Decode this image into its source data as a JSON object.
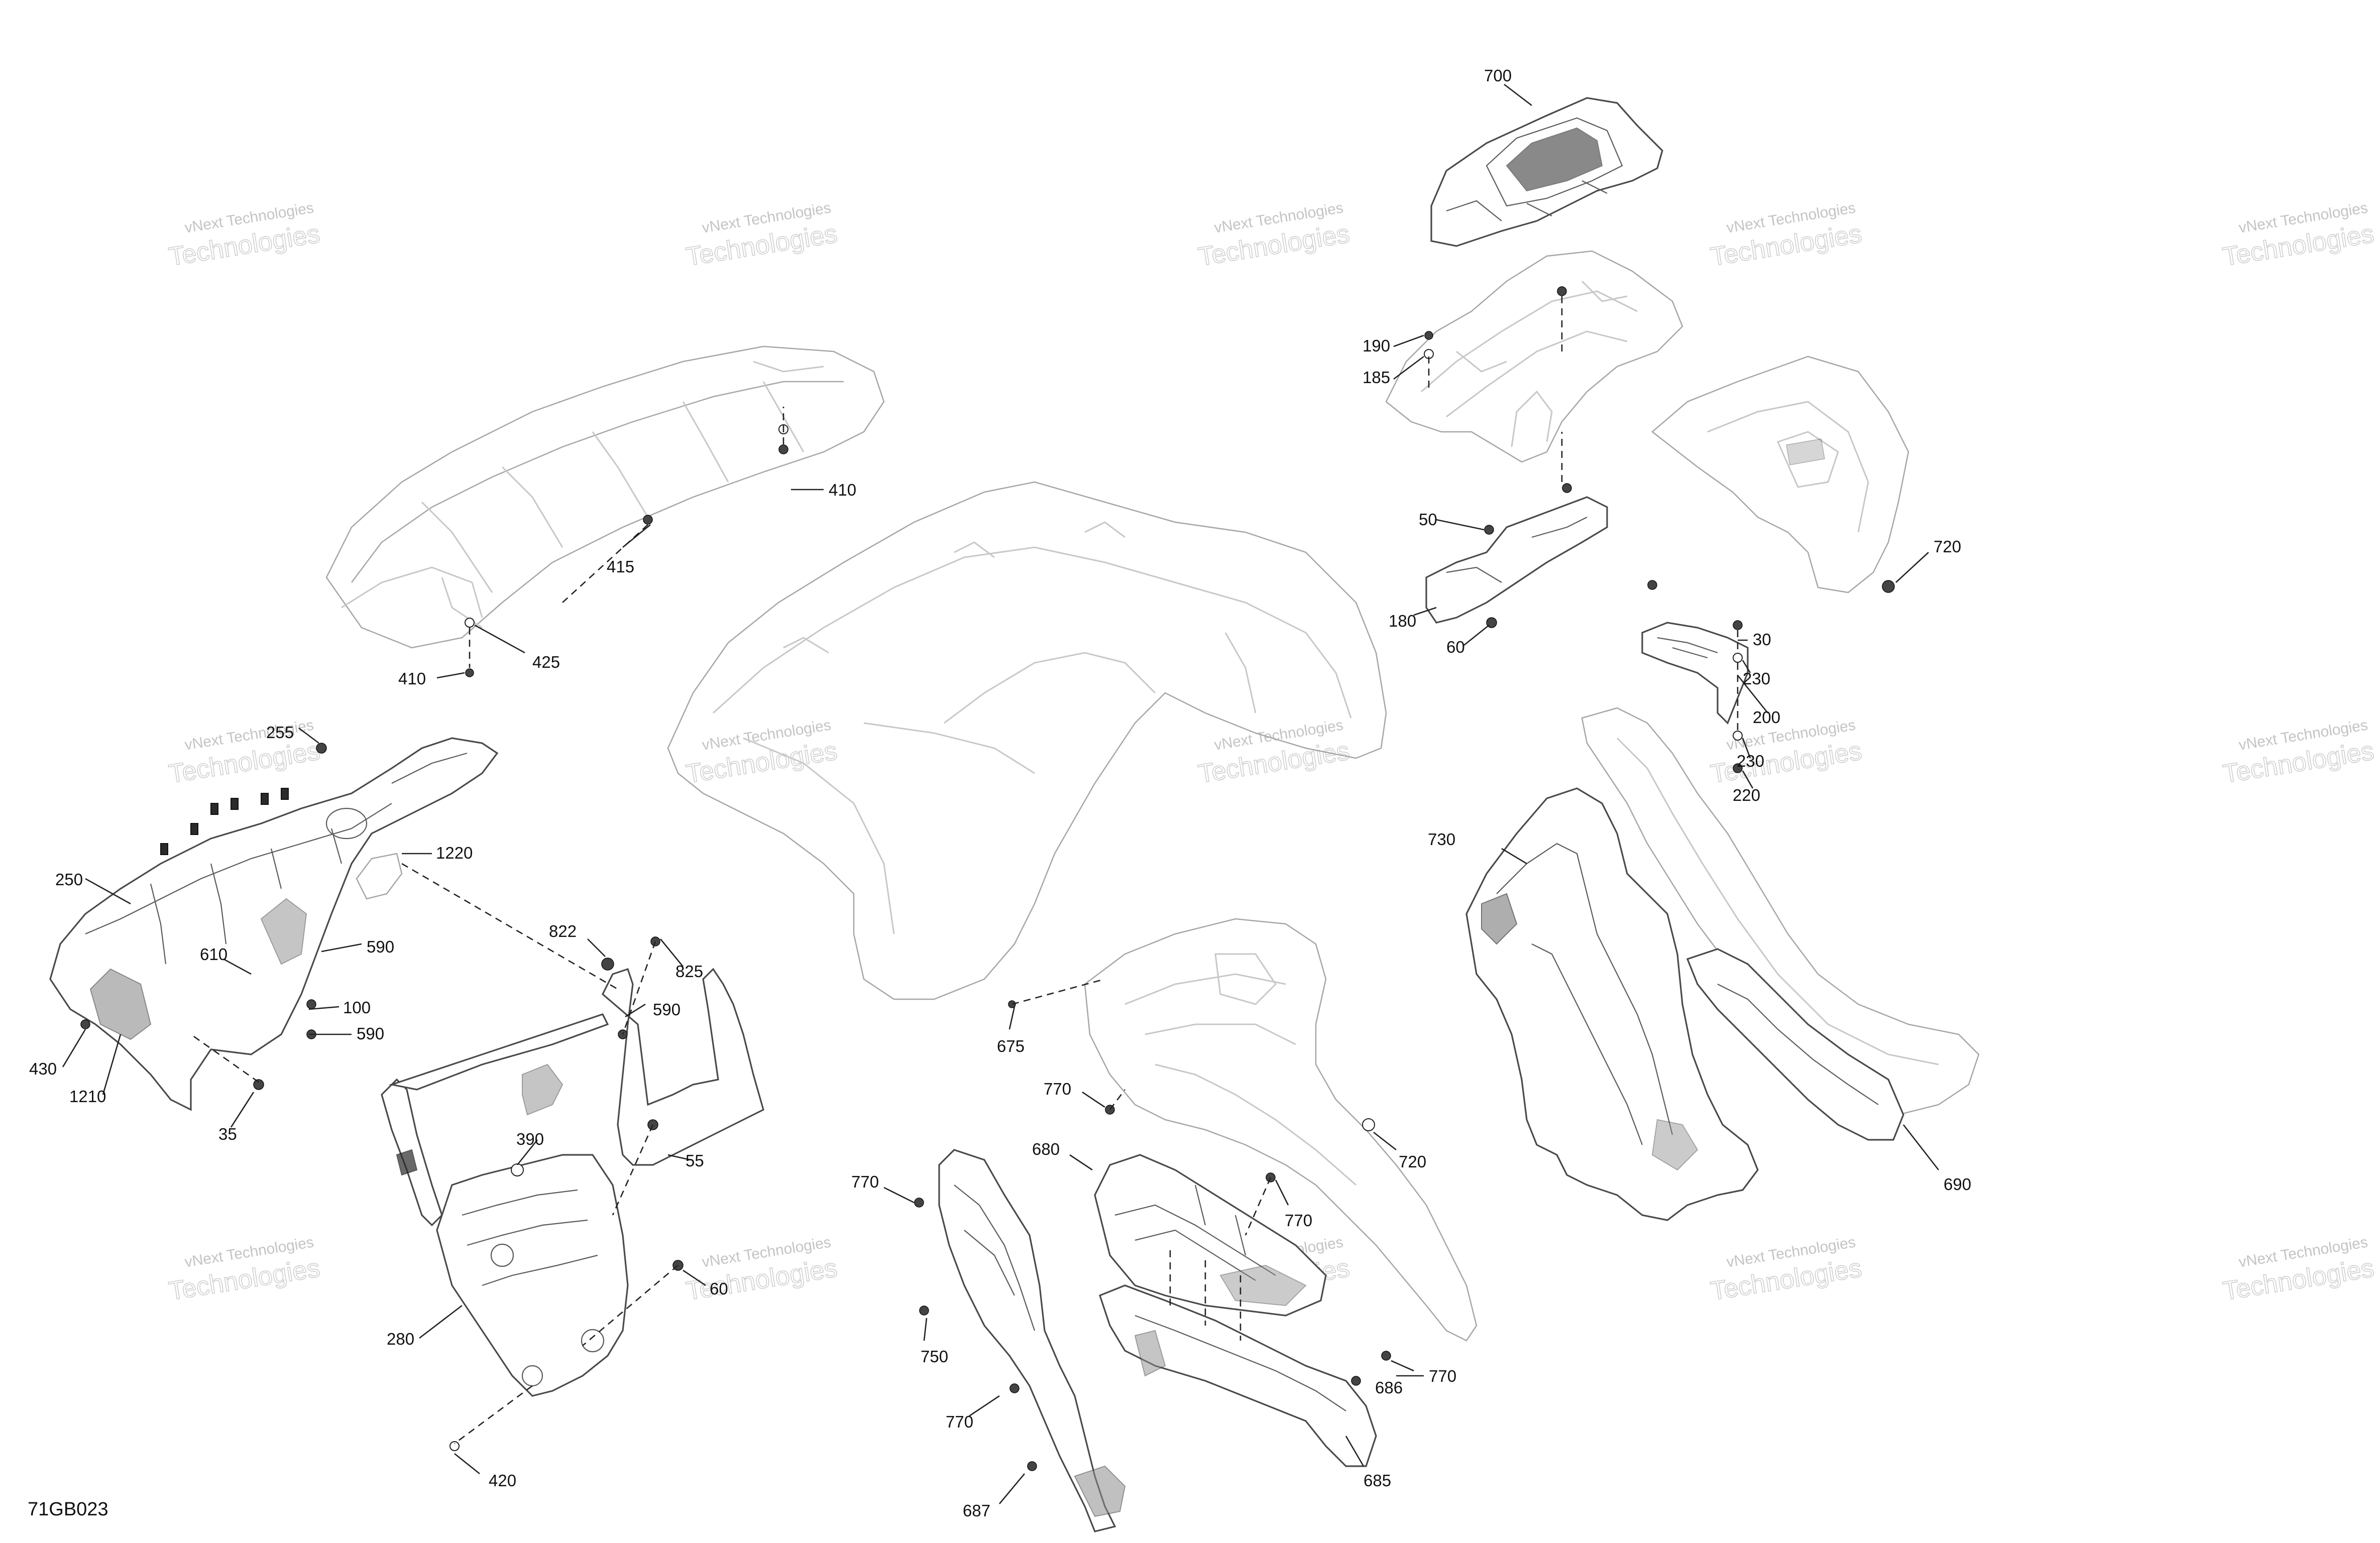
{
  "figure_id": "71GB023",
  "watermark": {
    "line1": "vNext Technologies",
    "line2": "Technologies"
  },
  "callouts": {
    "c700": "700",
    "c190": "190",
    "c185": "185",
    "c50": "50",
    "c180": "180",
    "c60_top": "60",
    "c720_top": "720",
    "c30": "30",
    "c230_a": "230",
    "c200": "200",
    "c230_b": "230",
    "c220": "220",
    "c410_a": "410",
    "c415": "415",
    "c425": "425",
    "c410_b": "410",
    "c255": "255",
    "c250": "250",
    "c1220": "1220",
    "c610": "610",
    "c590_a": "590",
    "c100": "100",
    "c590_b": "590",
    "c430": "430",
    "c1210": "1210",
    "c35": "35",
    "c822": "822",
    "c825": "825",
    "c590_c": "590",
    "c390": "390",
    "c55": "55",
    "c60_mid": "60",
    "c280": "280",
    "c420": "420",
    "c675": "675",
    "c770_a": "770",
    "c680": "680",
    "c720_mid": "720",
    "c770_b": "770",
    "c770_c": "770",
    "c750": "750",
    "c770_d": "770",
    "c686": "686",
    "c770_e": "770",
    "c685": "685",
    "c687": "687",
    "c730": "730",
    "c690": "690"
  }
}
